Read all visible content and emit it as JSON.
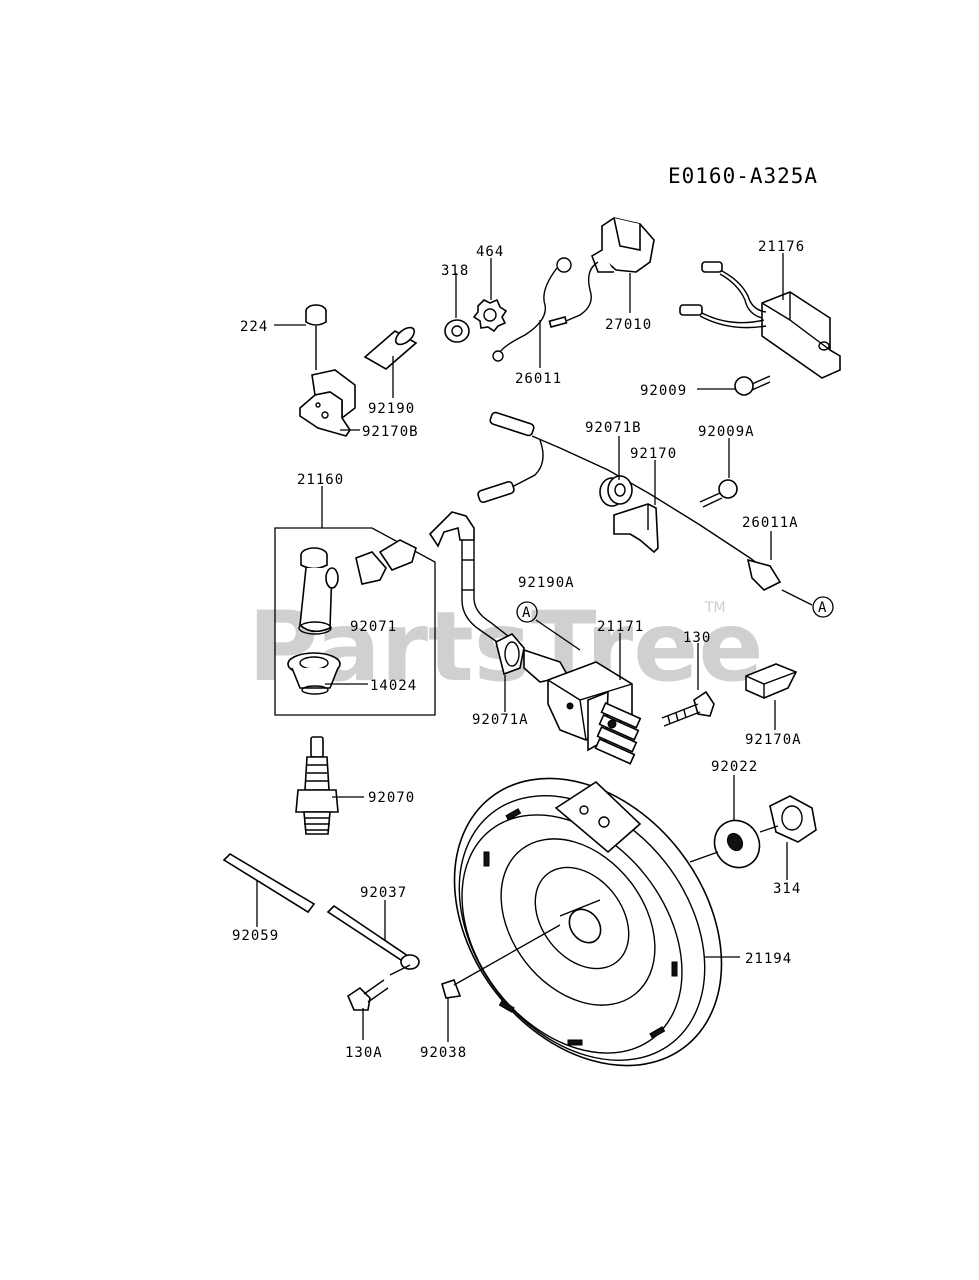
{
  "diagram_code": "E0160-A325A",
  "watermark": "PartsTree",
  "watermark_tm": "TM",
  "callout_letter": "A",
  "parts": {
    "p224": "224",
    "p318": "318",
    "p464": "464",
    "p27010": "27010",
    "p21176": "21176",
    "p92190": "92190",
    "p26011": "26011",
    "p92009": "92009",
    "p92170B": "92170B",
    "p92071B": "92071B",
    "p92170": "92170",
    "p92009A": "92009A",
    "p21160": "21160",
    "p26011A": "26011A",
    "p92190A": "92190A",
    "p92071": "92071",
    "p21171": "21171",
    "p130": "130",
    "p14024": "14024",
    "p92071A": "92071A",
    "p92170A": "92170A",
    "p92070": "92070",
    "p92022": "92022",
    "p314": "314",
    "p92037": "92037",
    "p92059": "92059",
    "p21194": "21194",
    "p130A": "130A",
    "p92038": "92038"
  }
}
